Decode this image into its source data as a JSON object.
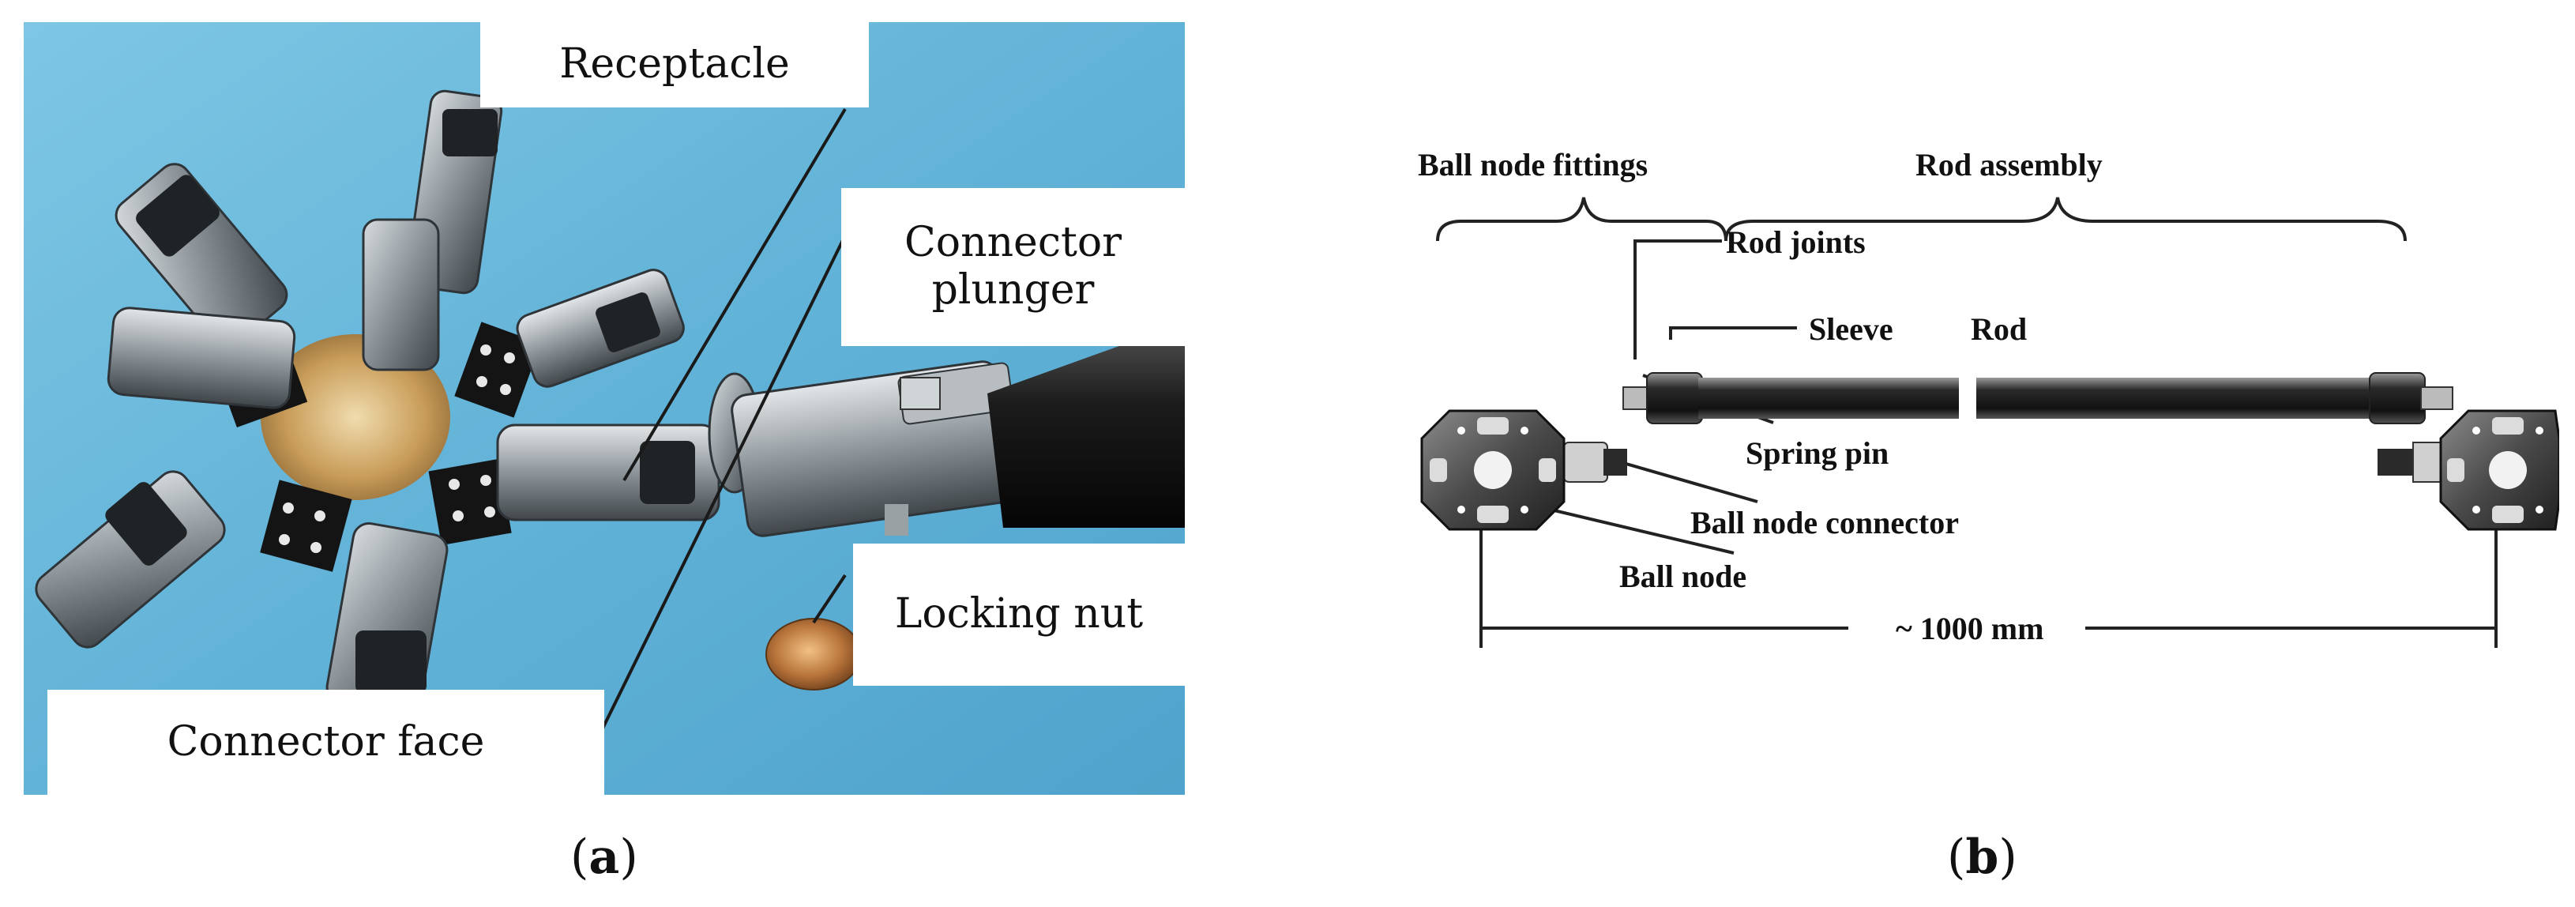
{
  "panel_a": {
    "labels": {
      "receptacle": "Receptacle",
      "connector_plunger_l1": "Connector",
      "connector_plunger_l2": "plunger",
      "locking_nut": "Locking nut",
      "connector_face": "Connector face"
    },
    "caption": "a",
    "colors": {
      "background": "#5fb4d8",
      "metal": "#8a9196",
      "brass": "#c9a260",
      "rod": "#1a1a1a"
    }
  },
  "panel_b": {
    "labels": {
      "ball_node_fittings": "Ball node fittings",
      "rod_assembly": "Rod assembly",
      "rod_joints": "Rod joints",
      "sleeve": "Sleeve",
      "rod": "Rod",
      "spring_pin": "Spring pin",
      "ball_node_connector": "Ball node connector",
      "ball_node": "Ball node",
      "dimension": "~ 1000 mm"
    },
    "caption": "b"
  }
}
